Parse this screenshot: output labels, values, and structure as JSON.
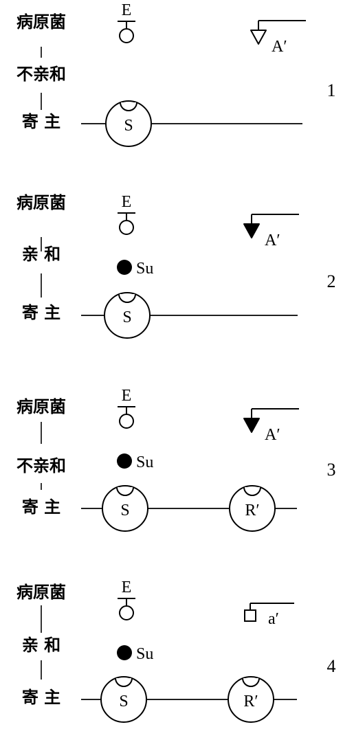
{
  "panels": [
    {
      "number": "1",
      "pathogen": "病原菌",
      "relation": "不亲和",
      "host": "寄主",
      "elicitor": "E",
      "suppressor": "",
      "host_factors": [
        "S"
      ],
      "avr": {
        "label": "A′",
        "shape": "triangle-open"
      }
    },
    {
      "number": "2",
      "pathogen": "病原菌",
      "relation": "亲和",
      "host": "寄主",
      "elicitor": "E",
      "suppressor": "Su",
      "host_factors": [
        "S"
      ],
      "avr": {
        "label": "A′",
        "shape": "triangle-filled"
      }
    },
    {
      "number": "3",
      "pathogen": "病原菌",
      "relation": "不亲和",
      "host": "寄主",
      "elicitor": "E",
      "suppressor": "Su",
      "host_factors": [
        "S",
        "R′"
      ],
      "avr": {
        "label": "A′",
        "shape": "triangle-filled"
      }
    },
    {
      "number": "4",
      "pathogen": "病原菌",
      "relation": "亲和",
      "host": "寄主",
      "elicitor": "E",
      "suppressor": "Su",
      "host_factors": [
        "S",
        "R′"
      ],
      "avr": {
        "label": "a′",
        "shape": "square-open"
      }
    }
  ],
  "colors": {
    "ink": "#000000",
    "paper": "#ffffff"
  }
}
